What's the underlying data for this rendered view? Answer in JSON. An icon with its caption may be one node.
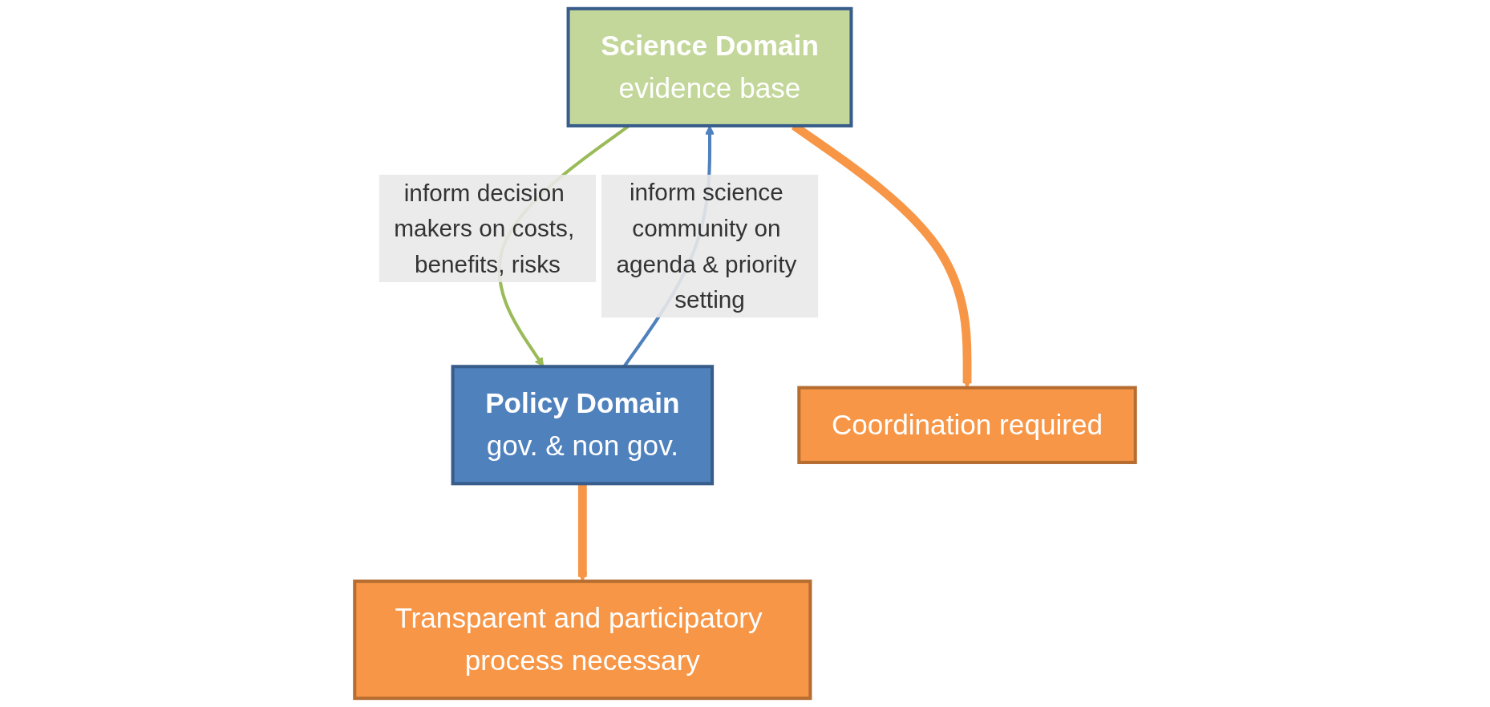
{
  "diagram": {
    "nodes": [
      {
        "text": [
          "Science Domain",
          "evidence base"
        ]
      },
      {
        "text": [
          "Policy Domain",
          "gov. & non gov."
        ]
      },
      {
        "text": [
          "Coordination required"
        ]
      },
      {
        "text": [
          "Transparent and participatory process necessary"
        ]
      }
    ],
    "edges": [
      {
        "from": 0,
        "to": 1,
        "arrow": "to",
        "label": "inform decision makers on costs, benefits, risks",
        "color": "#9bbb59"
      },
      {
        "from": 1,
        "to": 0,
        "arrow": "to",
        "label": "inform science community on agenda & priority setting",
        "color": "#4f81bd"
      },
      {
        "from": 0,
        "to": 2,
        "arrow": "to",
        "style": "thick",
        "color": "#f79646"
      },
      {
        "from": 1,
        "to": 3,
        "arrow": "to",
        "style": "thick",
        "color": "#f79646"
      }
    ]
  }
}
